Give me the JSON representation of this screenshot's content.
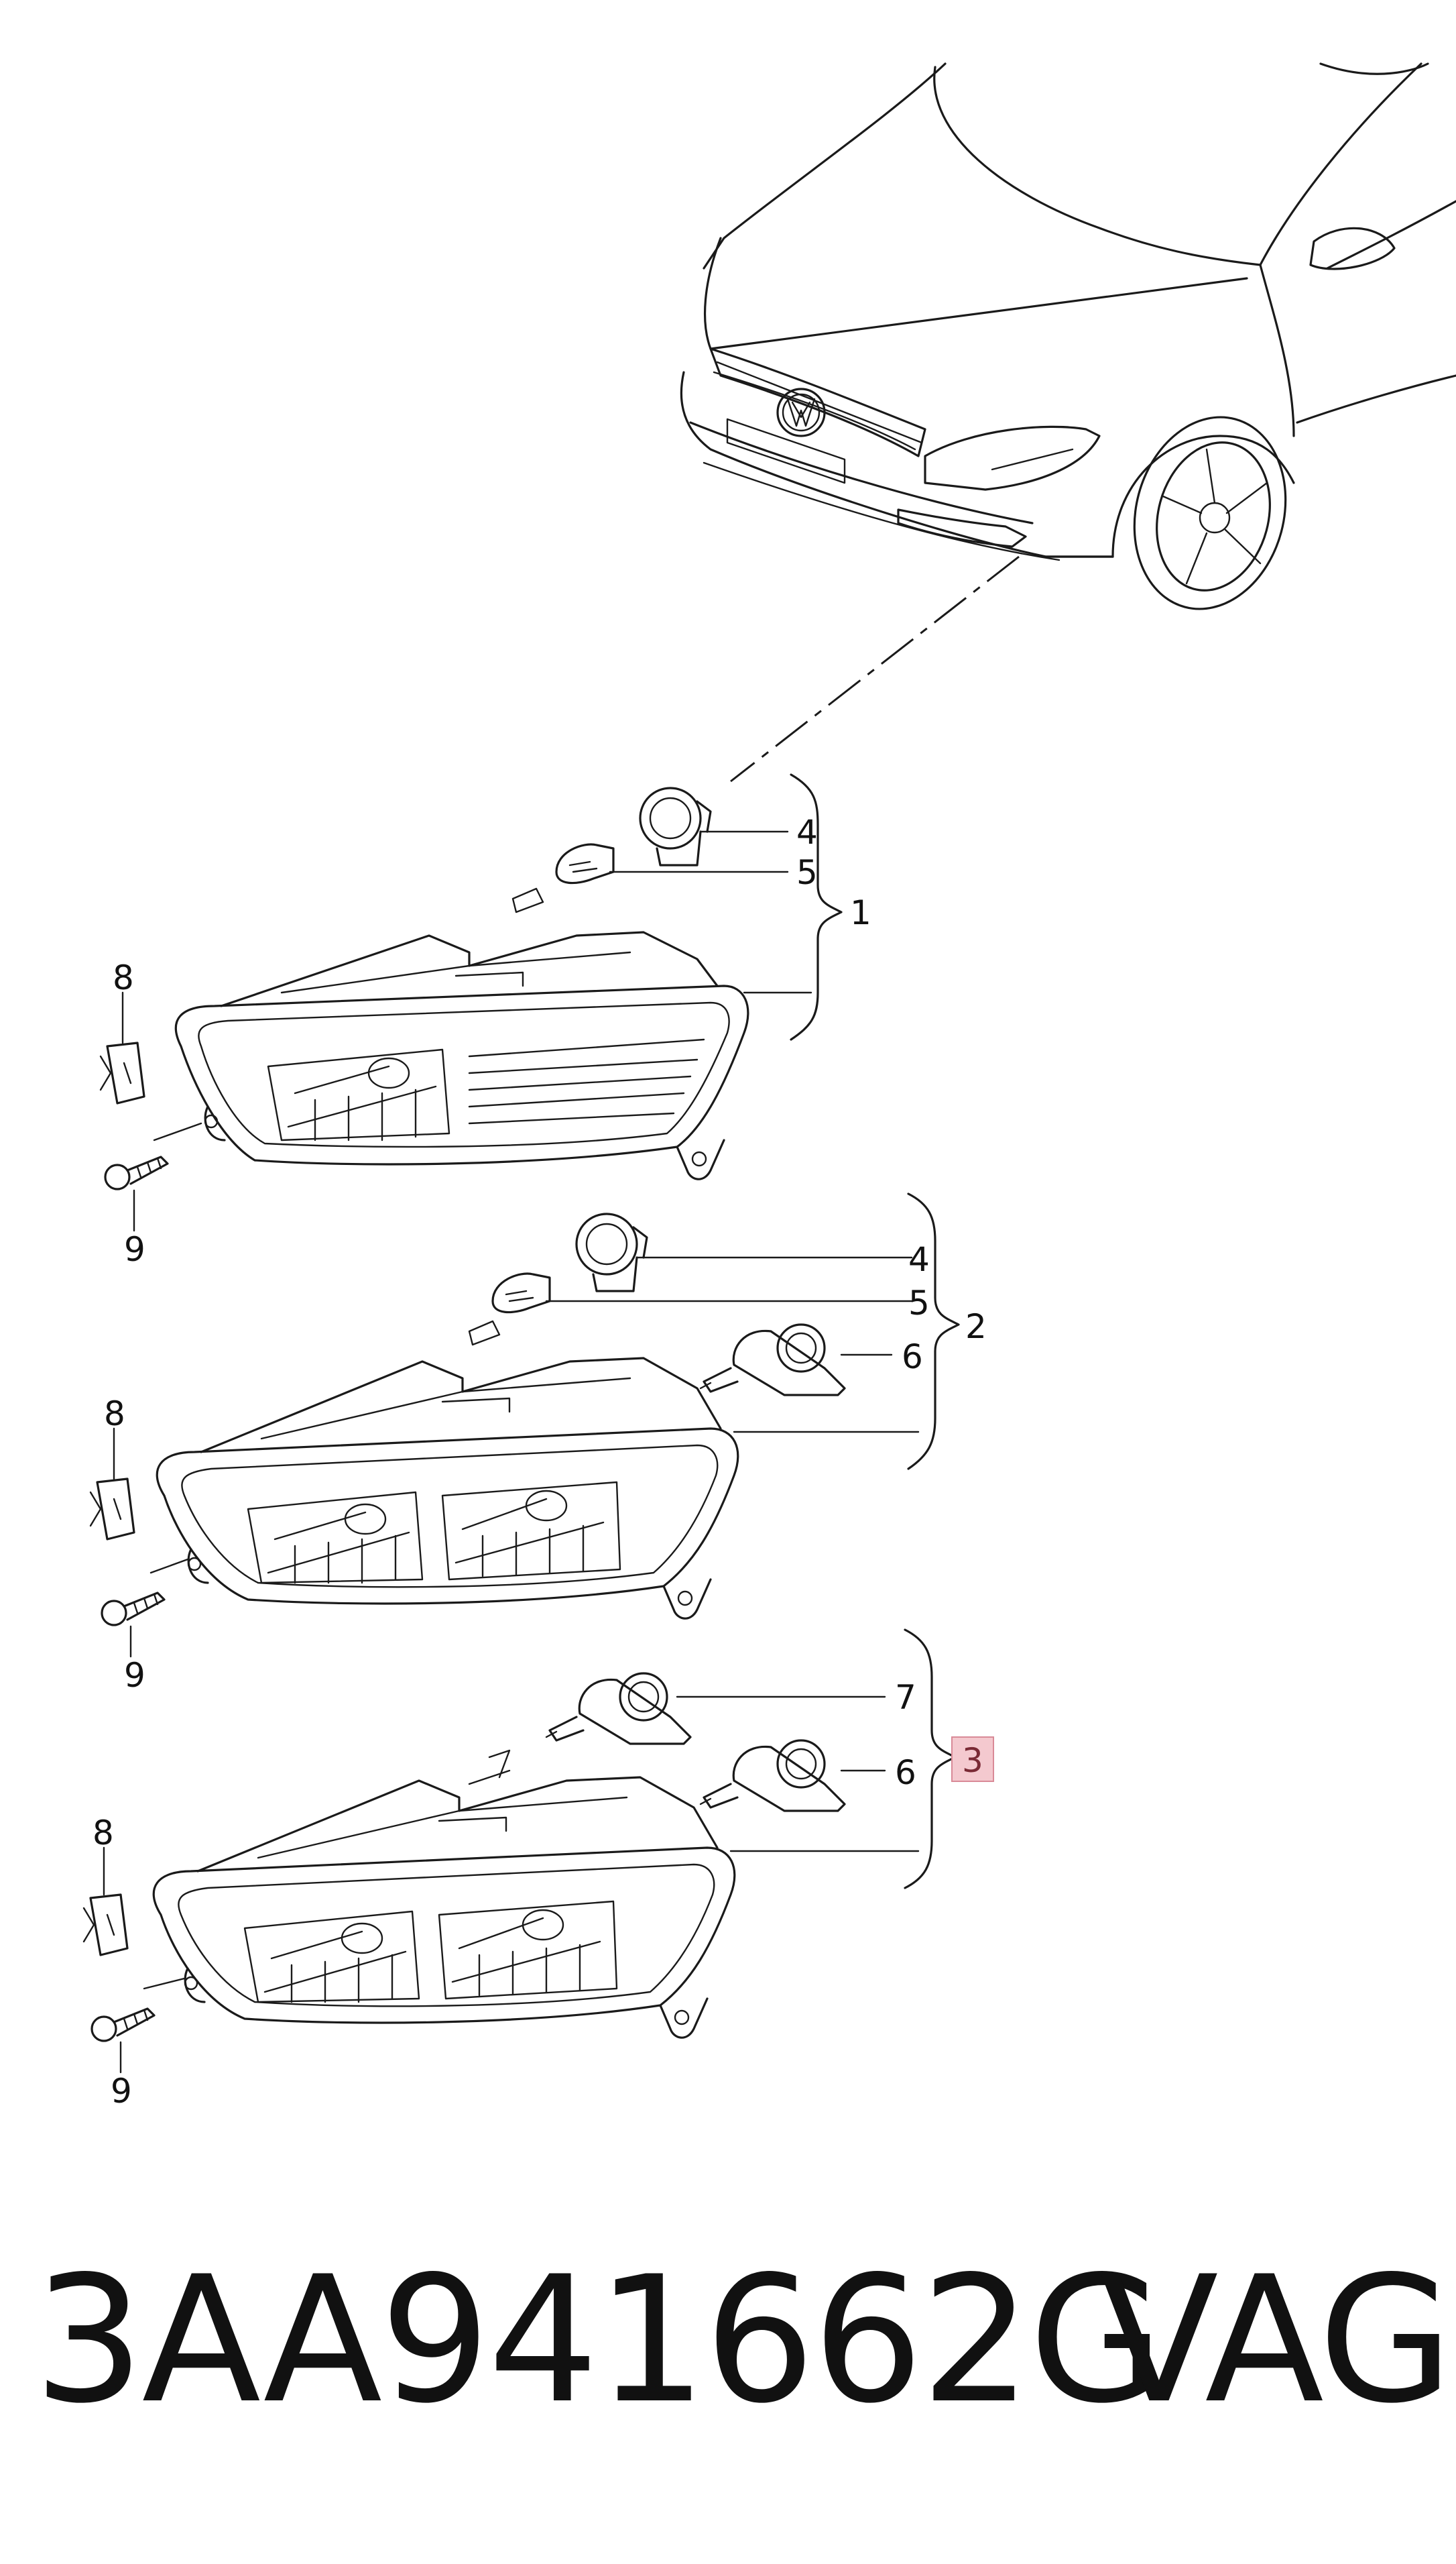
{
  "callouts": {
    "c1": "1",
    "c2": "2",
    "c3": "3",
    "c4a": "4",
    "c5a": "5",
    "c8a": "8",
    "c9a": "9",
    "c4b": "4",
    "c5b": "5",
    "c6b": "6",
    "c8b": "8",
    "c9b": "9",
    "c7c": "7",
    "c6c": "6",
    "c8c": "8",
    "c9c": "9"
  },
  "footer": {
    "part_number": "3AA941662G",
    "brand": "VAG"
  },
  "highlight_color": "#f4c9cf"
}
